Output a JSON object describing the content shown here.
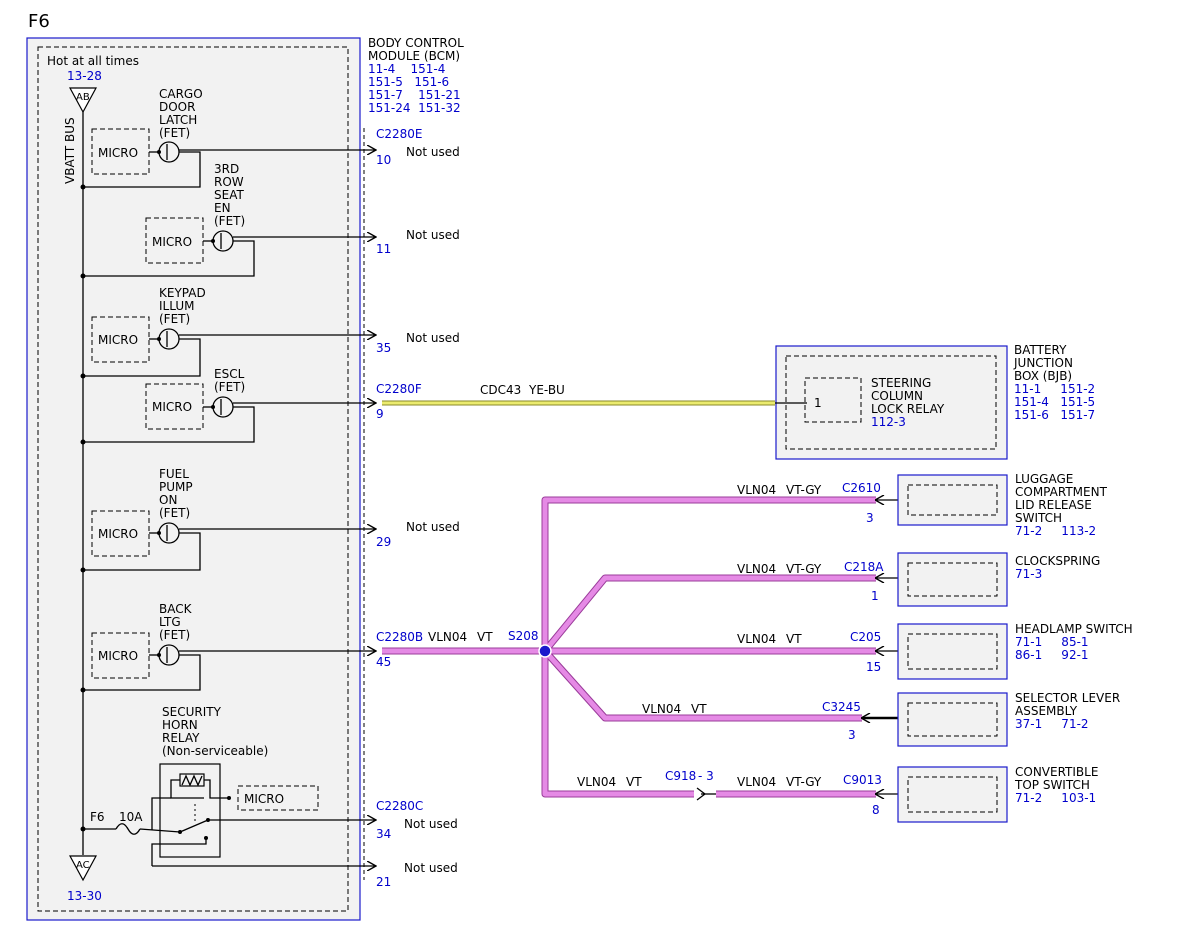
{
  "page_label": "F6",
  "bcm": {
    "hot_label": "Hot at all times",
    "hot_ref": "13-28",
    "bus_label": "VBATT BUS",
    "top_connector": "AB",
    "bottom_connector": "AC",
    "bottom_ref": "13-30",
    "name_lines": [
      "BODY CONTROL",
      "MODULE (BCM)"
    ],
    "refs": [
      "11-4    151-4",
      "151-5   151-6",
      "151-7    151-21",
      "151-24  151-32"
    ]
  },
  "micro_label": "MICRO",
  "fet_labels": {
    "cargo": [
      "CARGO",
      "DOOR",
      "LATCH",
      "(FET)"
    ],
    "row3": [
      "3RD",
      "ROW",
      "SEAT",
      "EN",
      "(FET)"
    ],
    "keypad": [
      "KEYPAD",
      "ILLUM",
      "(FET)"
    ],
    "escl": [
      "ESCL",
      "(FET)"
    ],
    "fuel": [
      "FUEL",
      "PUMP",
      "ON",
      "(FET)"
    ],
    "back": [
      "BACK",
      "LTG",
      "(FET)"
    ]
  },
  "horn_relay_lines": [
    "SECURITY",
    "HORN",
    "RELAY",
    "(Non-serviceable)"
  ],
  "fuse": {
    "name": "F6",
    "rating": "10A"
  },
  "connectors": {
    "c2280e": "C2280E",
    "c2280f": "C2280F",
    "c2280b": "C2280B",
    "c2280c": "C2280C"
  },
  "pins": {
    "p10": "10",
    "p11": "11",
    "p35": "35",
    "p9": "9",
    "p29": "29",
    "p45": "45",
    "p34": "34",
    "p21": "21"
  },
  "not_used": "Not used",
  "escl_circuit": {
    "circuit": "CDC43",
    "color": "YE-BU"
  },
  "main_circuit": {
    "circuit": "VLN04",
    "color": "VT"
  },
  "splice": "S208",
  "bjb": {
    "name_lines": [
      "BATTERY",
      "JUNCTION",
      "BOX (BJB)"
    ],
    "refs": [
      "11-1     151-2",
      "151-4   151-5",
      "151-6   151-7"
    ],
    "pin": "1",
    "relay_lines": [
      "STEERING",
      "COLUMN",
      "LOCK RELAY"
    ],
    "relay_ref": "112-3"
  },
  "branches": [
    {
      "circuit": "VLN04",
      "color": "VT-GY",
      "connector": "C2610",
      "pin": "3",
      "component_lines": [
        "LUGGAGE",
        "COMPARTMENT",
        "LID RELEASE",
        "SWITCH"
      ],
      "refs": [
        "71-2     113-2"
      ]
    },
    {
      "circuit": "VLN04",
      "color": "VT-GY",
      "connector": "C218A",
      "pin": "1",
      "component_lines": [
        "CLOCKSPRING"
      ],
      "refs": [
        "71-3"
      ]
    },
    {
      "circuit": "VLN04",
      "color": "VT",
      "connector": "C205",
      "pin": "15",
      "component_lines": [
        "HEADLAMP SWITCH"
      ],
      "refs": [
        "71-1     85-1",
        "86-1     92-1"
      ]
    },
    {
      "circuit": "VLN04",
      "color": "VT",
      "connector": "C3245",
      "pin": "3",
      "component_lines": [
        "SELECTOR LEVER",
        "ASSEMBLY"
      ],
      "refs": [
        "37-1     71-2"
      ]
    },
    {
      "circuit_in": "VLN04",
      "color_in": "VT",
      "inline_connector": "C918",
      "inline_pin": "- 3",
      "circuit": "VLN04",
      "color": "VT-GY",
      "connector": "C9013",
      "pin": "8",
      "component_lines": [
        "CONVERTIBLE",
        "TOP SWITCH"
      ],
      "refs": [
        "71-2     103-1"
      ]
    }
  ],
  "colors": {
    "component_border": "#1a1acc",
    "ref_text": "#0000cc",
    "violet_wire": "#e58ae5",
    "yellow_blue_wire": "#ebeb6e",
    "splice_dot": "#1a1acc"
  }
}
